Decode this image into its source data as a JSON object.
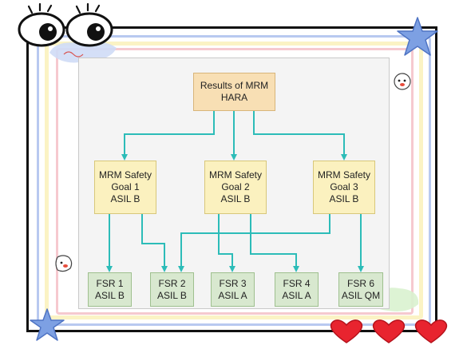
{
  "diagram": {
    "hara": {
      "line1": "Results of MRM",
      "line2": "HARA"
    },
    "goals": [
      {
        "line1": "MRM Safety",
        "line2": "Goal 1",
        "line3": "ASIL B"
      },
      {
        "line1": "MRM Safety",
        "line2": "Goal 2",
        "line3": "ASIL B"
      },
      {
        "line1": "MRM Safety",
        "line2": "Goal 3",
        "line3": "ASIL B"
      }
    ],
    "fsrs": [
      {
        "line1": "FSR 1",
        "line2": "ASIL B"
      },
      {
        "line1": "FSR 2",
        "line2": "ASIL B"
      },
      {
        "line1": "FSR 3",
        "line2": "ASIL A"
      },
      {
        "line1": "FSR 4",
        "line2": "ASIL A"
      },
      {
        "line1": "FSR 6",
        "line2": "ASIL QM"
      }
    ]
  },
  "colors": {
    "connector": "#2cbcb8",
    "hara_fill": "#f8dfb4",
    "goal_fill": "#fbf1bf",
    "fsr_fill": "#d8e8cf",
    "heart": "#e8242f",
    "star": "#6d93dc"
  },
  "decorations": {
    "top_left": "cartoon-eyes-icon",
    "top_right": "star-icon",
    "bottom_left": "star-icon",
    "bottom_right": "hearts-icon"
  }
}
